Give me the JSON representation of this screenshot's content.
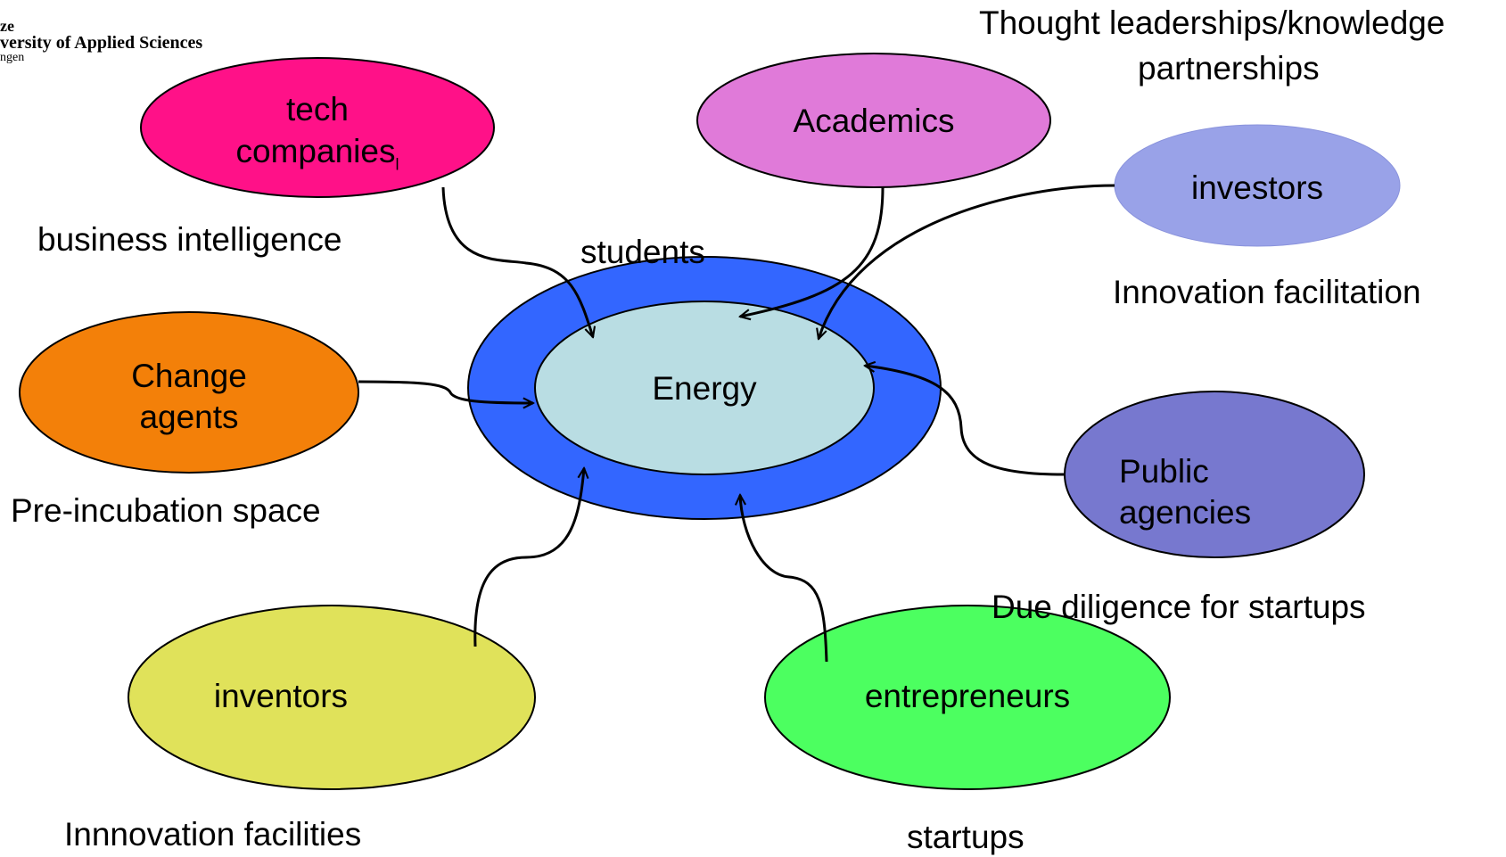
{
  "logo": {
    "line1": "ze",
    "line2": "versity of Applied Sciences",
    "line3": "ngen"
  },
  "center": {
    "ring_label": "students",
    "core_label": "Energy",
    "ring_color": "#3366ff",
    "core_color": "#b9dde3"
  },
  "nodes": {
    "tech_companies": {
      "line1": "tech",
      "line2": "companies",
      "subscript": "l",
      "color": "#ff1188"
    },
    "academics": {
      "label": "Academics",
      "color": "#e07ad9"
    },
    "investors": {
      "label": "investors",
      "color": "#99a2e8"
    },
    "change_agents": {
      "line1": "Change",
      "line2": "agents",
      "color": "#f38009"
    },
    "public_agencies": {
      "line1": "Public",
      "line2": "agencies",
      "color": "#7778cf"
    },
    "inventors": {
      "label": "inventors",
      "color": "#e0e25a"
    },
    "entrepreneurs": {
      "label": "entrepreneurs",
      "color": "#4cff60"
    }
  },
  "annotations": {
    "thought_leadership_line1": "Thought  leaderships/knowledge",
    "thought_leadership_line2": "partnerships",
    "business_intelligence": "business intelligence",
    "innovation_facilitation": "Innovation facilitation",
    "pre_incubation": "Pre-incubation space",
    "due_diligence": "Due diligence for startups",
    "innovation_facilities": "Innnovation facilities",
    "startups": "startups"
  }
}
